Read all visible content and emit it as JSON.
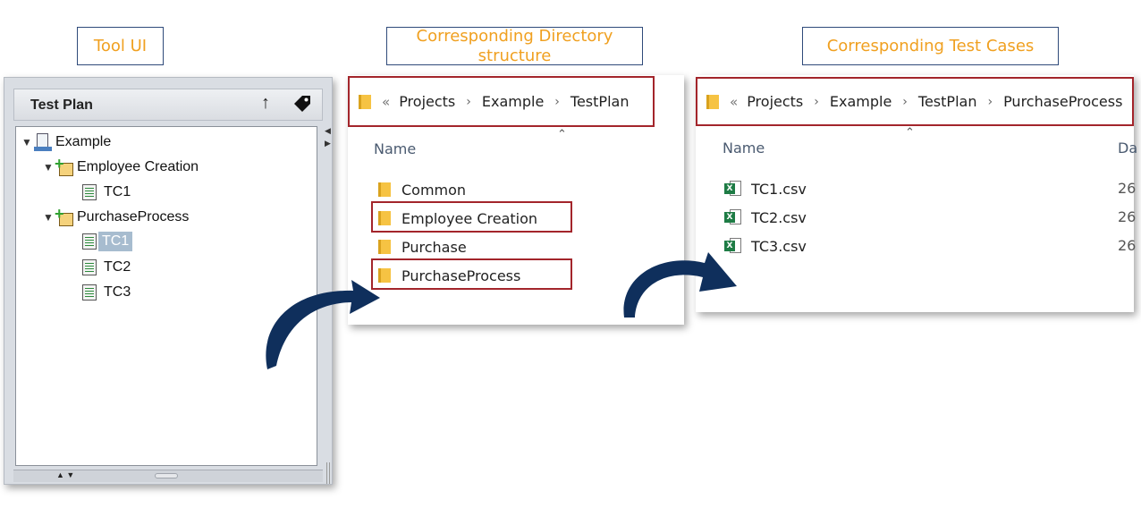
{
  "captions": {
    "tool_ui": "Tool UI",
    "directory": "Corresponding Directory structure",
    "test_cases": "Corresponding Test Cases"
  },
  "tool_panel": {
    "title": "Test Plan",
    "header_icons": [
      "up-arrow-icon",
      "tag-icon"
    ],
    "tree": {
      "root": "Example",
      "suites": [
        {
          "label": "Employee Creation",
          "cases": [
            "TC1"
          ]
        },
        {
          "label": "PurchaseProcess",
          "cases": [
            "TC1",
            "TC2",
            "TC3"
          ],
          "selected_case": "TC1"
        }
      ]
    }
  },
  "directory_window": {
    "breadcrumb": [
      "Projects",
      "Example",
      "TestPlan"
    ],
    "column_name": "Name",
    "folders": [
      "Common",
      "Employee Creation",
      "Purchase",
      "PurchaseProcess"
    ],
    "highlighted": [
      "Employee Creation",
      "PurchaseProcess"
    ]
  },
  "testcases_window": {
    "breadcrumb": [
      "Projects",
      "Example",
      "TestPlan",
      "PurchaseProcess"
    ],
    "column_name": "Name",
    "column_date": "Da",
    "files": [
      {
        "name": "TC1.csv",
        "date": "26"
      },
      {
        "name": "TC2.csv",
        "date": "26"
      },
      {
        "name": "TC3.csv",
        "date": "26"
      }
    ]
  },
  "colors": {
    "caption_text": "#f0a020",
    "caption_border": "#2f4a7a",
    "highlight_border": "#a3252b",
    "arrow": "#0f2f5c"
  }
}
